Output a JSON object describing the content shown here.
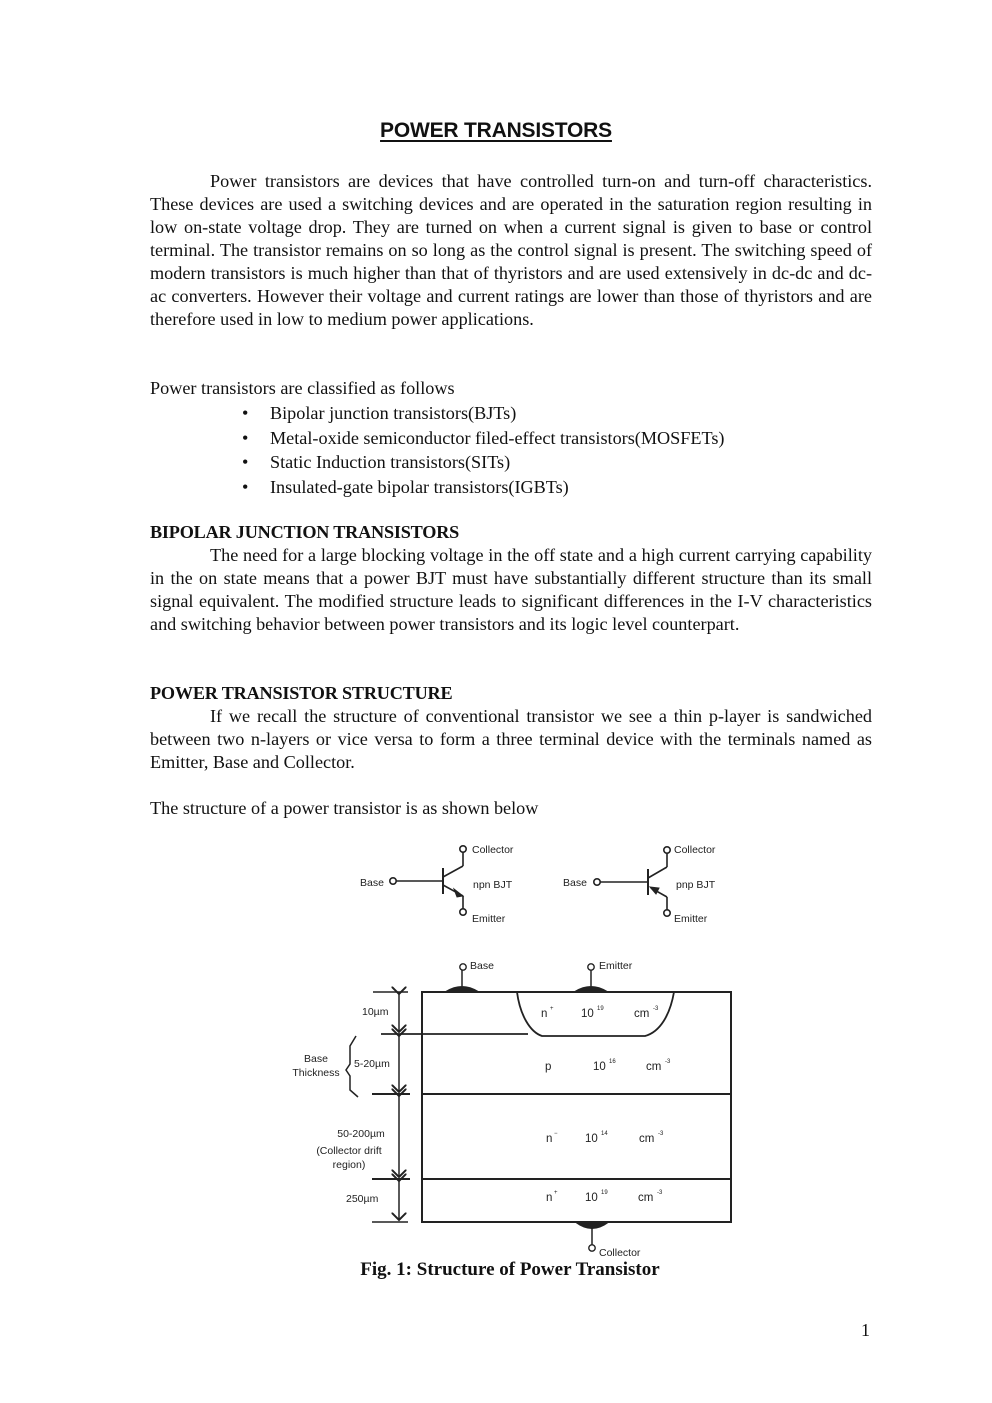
{
  "document": {
    "title": "POWER TRANSISTORS",
    "intro_paragraph": "Power transistors are devices that have controlled turn-on and turn-off characteristics. These devices are used a switching devices and are operated in the saturation region resulting in low on-state voltage drop.  They are turned on when a current signal is given to base or control terminal.  The transistor remains on so long as the control signal is present.  The switching speed of modern transistors is much higher than that of thyristors and are used extensively in dc-dc and dc-ac converters.  However their voltage and current ratings are lower than those of thyristors and are therefore used in low to medium power applications.",
    "classification_intro": "Power transistors are classified as follows",
    "classification_items": [
      "Bipolar junction transistors(BJTs)",
      "Metal-oxide semiconductor filed-effect transistors(MOSFETs)",
      "Static Induction transistors(SITs)",
      "Insulated-gate bipolar transistors(IGBTs)"
    ],
    "bullet_glyph": "•",
    "sections": [
      {
        "heading": "BIPOLAR JUNCTION TRANSISTORS",
        "body": "The need for a large blocking voltage in the off state and a high current carrying capability in the on state means that a power BJT must have substantially different structure than its small signal equivalent. The modified structure leads to significant differences in the I-V characteristics and switching behavior between power transistors and its logic level counterpart."
      },
      {
        "heading": "POWER TRANSISTOR STRUCTURE",
        "body": "If we recall the structure of conventional transistor we see a thin p-layer is sandwiched between two n-layers or vice versa to form a three terminal device with the terminals named as Emitter, Base and Collector."
      }
    ],
    "figure_intro": "The structure of a power transistor is as shown below",
    "page_number": "1"
  },
  "figure": {
    "caption": "Fig. 1: Structure of Power Transistor",
    "npn_symbol": {
      "base": "Base",
      "collector": "Collector",
      "emitter": "Emitter",
      "type": "npn  BJT"
    },
    "pnp_symbol": {
      "base": "Base",
      "collector": "Collector",
      "emitter": "Emitter",
      "type": "pnp  BJT"
    },
    "structure": {
      "terminals": {
        "base": "Base",
        "emitter": "Emitter",
        "collector": "Collector"
      },
      "dimensions": {
        "emitter_thickness": "10µm",
        "base_thickness": "5-20µm",
        "base_label_line1": "Base",
        "base_label_line2": "Thickness",
        "drift_thickness": "50-200µm",
        "drift_label_line1": "(Collector drift",
        "drift_label_line2": "region)",
        "substrate_thickness": "250µm"
      },
      "layers": [
        {
          "type": "n",
          "sup": "+",
          "doping": "10",
          "exp": "19",
          "unit": "cm",
          "unit_exp": "-3"
        },
        {
          "type": "p",
          "sup": "",
          "doping": "10",
          "exp": "16",
          "unit": "cm",
          "unit_exp": "-3"
        },
        {
          "type": "n",
          "sup": "−",
          "doping": "10",
          "exp": "14",
          "unit": "cm",
          "unit_exp": "-3"
        },
        {
          "type": "n",
          "sup": "+",
          "doping": "10",
          "exp": "19",
          "unit": "cm",
          "unit_exp": "-3"
        }
      ]
    }
  }
}
